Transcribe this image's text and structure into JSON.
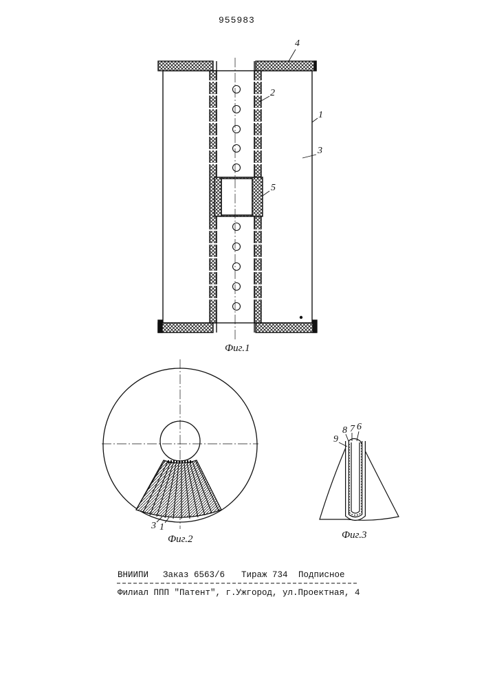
{
  "patent_number": "955983",
  "figure1": {
    "caption": "Фиг.1",
    "labels": {
      "l4": "4",
      "l2": "2",
      "l1": "1",
      "l3": "3",
      "l5": "5"
    }
  },
  "figure2": {
    "caption": "Фиг.2",
    "labels": {
      "l3": "3",
      "l1": "1"
    }
  },
  "figure3": {
    "caption": "Фиг.3",
    "labels": {
      "l8": "8",
      "l7": "7",
      "l6": "6",
      "l9": "9"
    }
  },
  "footer": {
    "line1_org": "ВНИИПИ",
    "line1_order": "Заказ 6563/6",
    "line1_print": "Тираж 734",
    "line1_type": "Подписное",
    "line2": "Филиал ППП \"Патент\", г.Ужгород, ул.Проектная, 4"
  }
}
